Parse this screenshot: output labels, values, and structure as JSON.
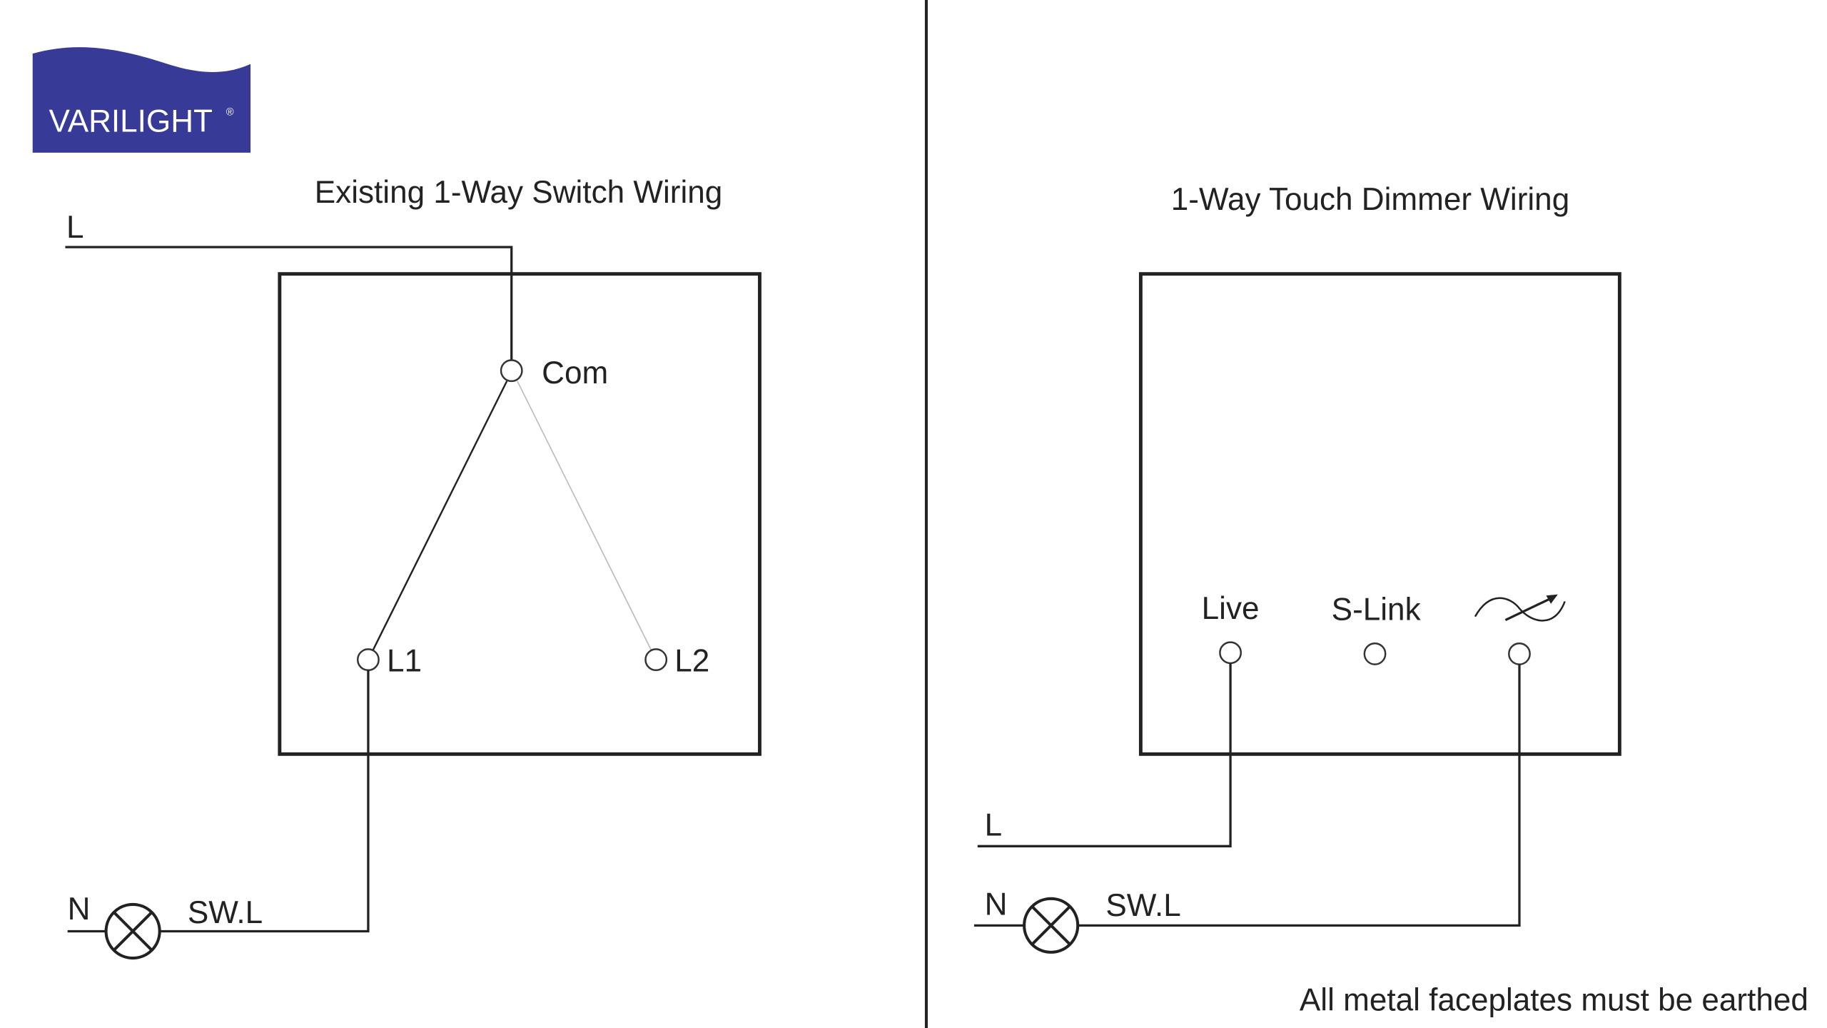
{
  "logo": {
    "text": "VARILIGHT",
    "mark": "®",
    "color": "#373a96"
  },
  "left": {
    "title": "Existing 1-Way Switch Wiring",
    "live_label": "L",
    "com_label": "Com",
    "l1_label": "L1",
    "l2_label": "L2",
    "neutral_label": "N",
    "switched_live_label": "SW.L"
  },
  "right": {
    "title": "1-Way Touch Dimmer Wiring",
    "terminal_live": "Live",
    "terminal_slink": "S-Link",
    "live_label": "L",
    "neutral_label": "N",
    "switched_live_label": "SW.L"
  },
  "footer_note": "All metal faceplates must be earthed"
}
